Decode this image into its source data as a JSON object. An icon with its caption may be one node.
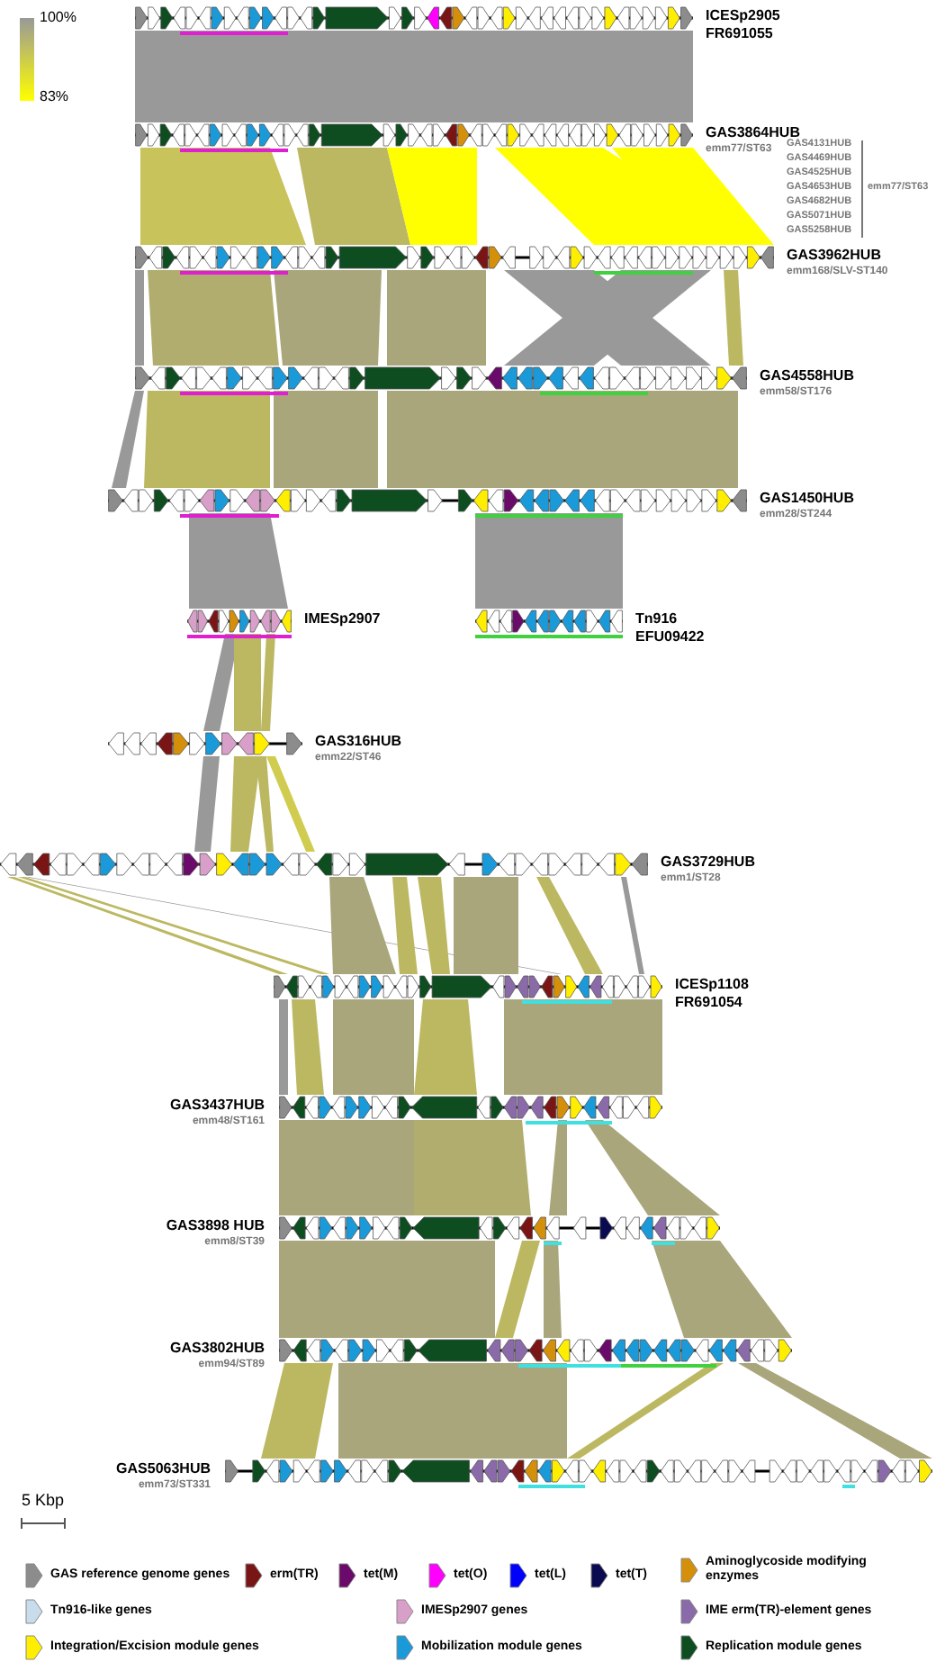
{
  "diagram": {
    "nodes": [
      {
        "text": [],
        "shape": "bar",
        "beside": [
          "ICESp2905",
          "FR691055"
        ]
      },
      {
        "text": [],
        "shape": "bar",
        "beside": [
          "GAS3864HUB",
          "emm77/ST63"
        ]
      },
      {
        "text": [],
        "shape": "bar",
        "beside": [
          "GAS3962HUB",
          "emm168/SLV-ST140"
        ]
      },
      {
        "text": [],
        "shape": "bar",
        "beside": [
          "GAS4558HUB",
          "emm58/ST176"
        ]
      },
      {
        "text": [],
        "shape": "bar",
        "beside": [
          "GAS1450HUB",
          "emm28/ST244"
        ]
      },
      {
        "text": [],
        "shape": "bar",
        "beside": [
          "IMESp2907"
        ]
      },
      {
        "text": [],
        "shape": "bar",
        "beside": [
          "Tn916",
          "EFU09422"
        ]
      },
      {
        "text": [],
        "shape": "bar",
        "beside": [
          "GAS316HUB",
          "emm22/ST46"
        ]
      },
      {
        "text": [],
        "shape": "bar",
        "beside": [
          "GAS3729HUB",
          "emm1/ST28"
        ]
      },
      {
        "text": [],
        "shape": "bar",
        "beside": [
          "ICESp1108",
          "FR691054"
        ]
      },
      {
        "text": [],
        "shape": "bar",
        "beside": [
          "GAS3437HUB",
          "emm48/ST161"
        ]
      },
      {
        "text": [],
        "shape": "bar",
        "beside": [
          "GAS3898 HUB",
          "emm8/ST39"
        ]
      },
      {
        "text": [],
        "shape": "bar",
        "beside": [
          "GAS3802HUB",
          "emm94/ST89"
        ]
      },
      {
        "text": [],
        "shape": "bar",
        "beside": [
          "GAS5063HUB",
          "emm73/ST331"
        ]
      }
    ],
    "labels": [
      "100%",
      "83%",
      "GAS4131HUB",
      "GAS4469HUB",
      "GAS4525HUB",
      "GAS4653HUB",
      "GAS4682HUB",
      "GAS5071HUB",
      "GAS5258HUB",
      "emm77/ST63",
      "5 Kbp"
    ],
    "legend": [
      {
        "text": "GAS reference genome genes",
        "color": "#8c8c8c"
      },
      {
        "text": "erm(TR)",
        "color": "#7a1515"
      },
      {
        "text": "tet(M)",
        "color": "#6a0a6a"
      },
      {
        "text": "tet(O)",
        "color": "#ff00ff"
      },
      {
        "text": "tet(L)",
        "color": "#0000ff"
      },
      {
        "text": "tet(T)",
        "color": "#0a0a50"
      },
      {
        "text": "Aminoglycoside modifying enzymes",
        "color": "#d4900a"
      },
      {
        "text": "Tn916-like genes",
        "color": "#c8dcec"
      },
      {
        "text": "IMESp2907 genes",
        "color": "#d8a0c8"
      },
      {
        "text": "IME erm(TR)-element genes",
        "color": "#8a6aa8"
      },
      {
        "text": "Integration/Excision module genes",
        "color": "#ffee00"
      },
      {
        "text": "Mobilization module genes",
        "color": "#1a9ad8"
      },
      {
        "text": "Replication module genes",
        "color": "#0d4d20"
      }
    ]
  }
}
